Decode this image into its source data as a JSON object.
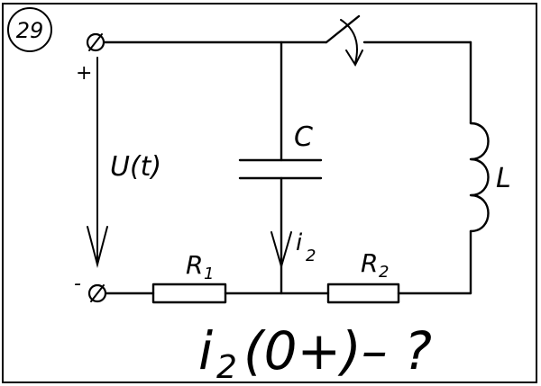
{
  "problem_number": "29",
  "source": {
    "voltage_label": "U(t)",
    "plus_sign": "+",
    "minus_sign": "-"
  },
  "components": {
    "capacitor": "C",
    "inductor": "L",
    "resistor_1": {
      "letter": "R",
      "sub": "1"
    },
    "resistor_2": {
      "letter": "R",
      "sub": "2"
    },
    "current": {
      "letter": "i",
      "sub": "2"
    }
  },
  "question": {
    "letter": "i",
    "sub": "2",
    "rest": "(0+)– ?"
  }
}
